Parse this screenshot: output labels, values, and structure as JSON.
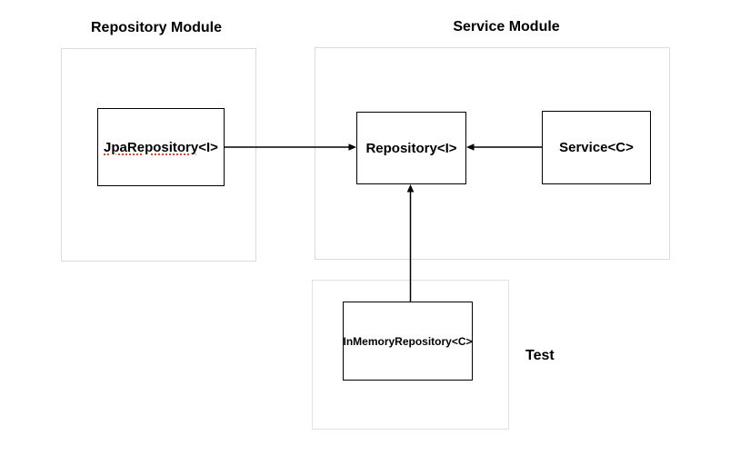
{
  "modules": {
    "repository": {
      "title": "Repository Module"
    },
    "service": {
      "title": "Service Module"
    },
    "test": {
      "title": "Test"
    }
  },
  "boxes": {
    "jpa_repository": {
      "label_name": "JpaRepository",
      "label_generic": "<I>",
      "spellcheck_underline": true
    },
    "repository": {
      "label": "Repository<I>"
    },
    "service": {
      "label": "Service<C>"
    },
    "in_memory_repository": {
      "label": "InMemoryRepository<C>"
    }
  },
  "arrows": [
    {
      "id": "jpa-to-repository",
      "from": "JpaRepository<I>",
      "to": "Repository<I>",
      "direction": "right"
    },
    {
      "id": "service-to-repository",
      "from": "Service<C>",
      "to": "Repository<I>",
      "direction": "left"
    },
    {
      "id": "inmemory-to-repository",
      "from": "InMemoryRepository<C>",
      "to": "Repository<I>",
      "direction": "up"
    }
  ],
  "colors": {
    "node_border": "#000000",
    "module_border": "#dcdcdc",
    "arrow": "#000000",
    "spellcheck": "#e8432d",
    "background": "#ffffff"
  }
}
